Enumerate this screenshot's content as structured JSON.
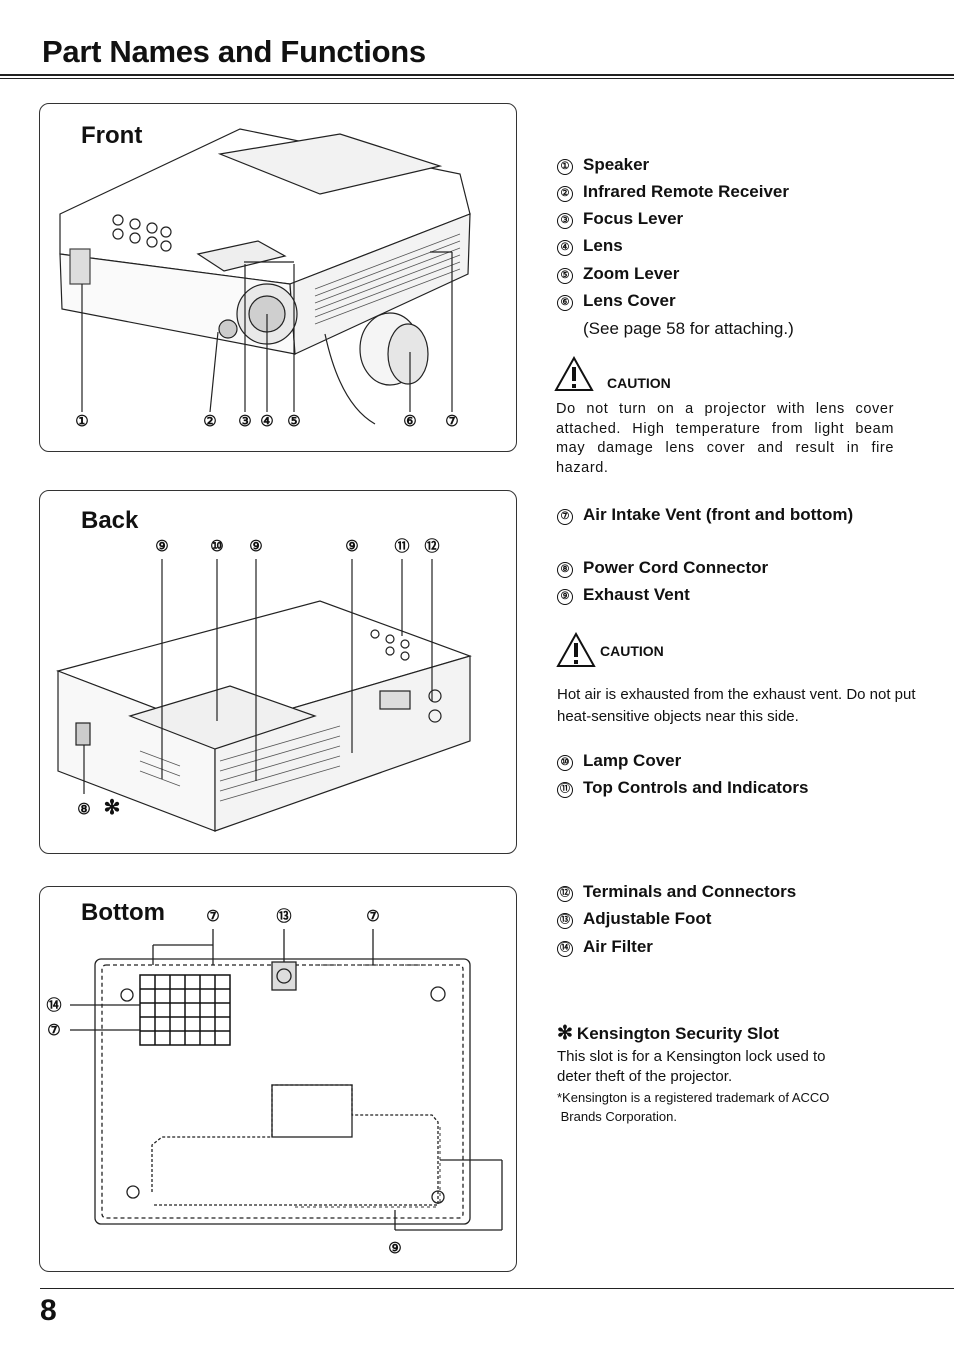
{
  "page": {
    "title": "Part Names and Functions",
    "page_number": "8"
  },
  "panels": {
    "front": {
      "title": "Front",
      "callouts": [
        "①",
        "②",
        "③",
        "④",
        "⑤",
        "⑥",
        "⑦"
      ]
    },
    "back": {
      "title": "Back",
      "callouts": [
        "⑨",
        "⑩",
        "⑨",
        "⑨",
        "⑪",
        "⑫",
        "⑧",
        "✻"
      ]
    },
    "bottom": {
      "title": "Bottom",
      "callouts": [
        "⑦",
        "⑬",
        "⑦",
        "⑭",
        "⑦",
        "⑨"
      ]
    }
  },
  "parts": [
    {
      "num": "①",
      "label": "Speaker"
    },
    {
      "num": "②",
      "label": "Infrared Remote Receiver"
    },
    {
      "num": "③",
      "label": "Focus Lever"
    },
    {
      "num": "④",
      "label": "Lens"
    },
    {
      "num": "⑤",
      "label": "Zoom Lever"
    },
    {
      "num": "⑥",
      "label": "Lens Cover"
    },
    {
      "num": "⑦",
      "label": "Air Intake Vent (front and bottom)"
    },
    {
      "num": "⑧",
      "label": "Power Cord Connector"
    },
    {
      "num": "⑨",
      "label": "Exhaust Vent"
    },
    {
      "num": "⑩",
      "label": "Lamp Cover"
    },
    {
      "num": "⑪",
      "label": "Top Controls and Indicators"
    },
    {
      "num": "⑫",
      "label": "Terminals and Connectors"
    },
    {
      "num": "⑬",
      "label": "Adjustable Foot"
    },
    {
      "num": "⑭",
      "label": "Air Filter"
    }
  ],
  "lens_cover_note": "(See page 58 for attaching.)",
  "caution1": {
    "label": "CAUTION",
    "text": "Do not turn on a projector with lens cover attached. High temperature from light beam may damage lens cover and result in fire hazard."
  },
  "caution2": {
    "label": "CAUTION",
    "text": "Hot air is exhausted from the exhaust vent. Do not put heat-sensitive objects near this side."
  },
  "kensington": {
    "symbol": "✻",
    "label": "Kensington Security Slot",
    "line1": "This slot is for a Kensington lock used to",
    "line2": "deter theft of the projector.",
    "trademark1": "*Kensington is a registered trademark of ACCO",
    "trademark2": " Brands Corporation."
  }
}
